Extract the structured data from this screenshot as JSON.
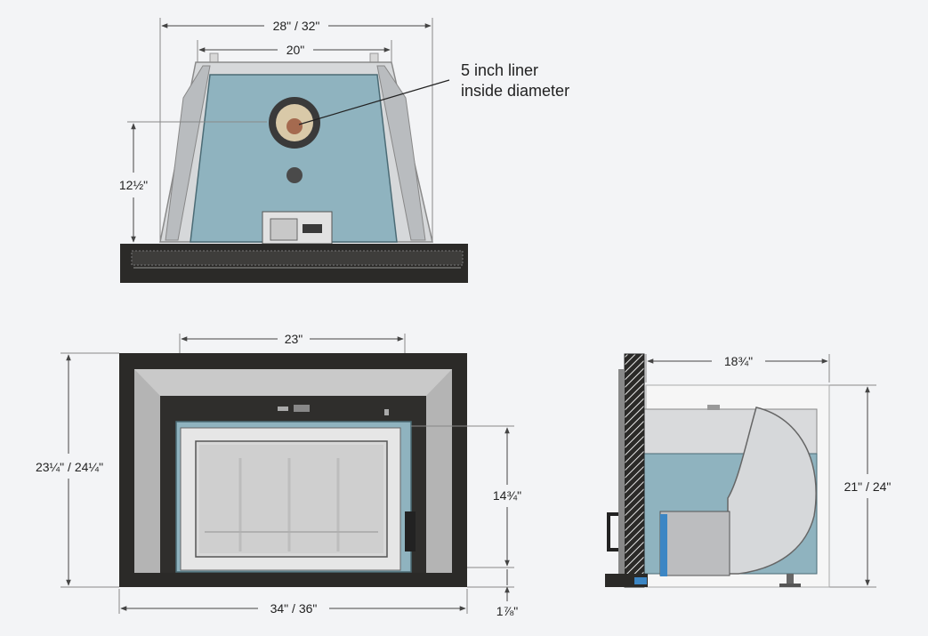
{
  "dimensions": {
    "top_overall_width": "28\" / 32\"",
    "top_rear_width": "20\"",
    "liner_height": "12½\"",
    "front_opening_width": "23\"",
    "front_overall_height": "23¼\" / 24¼\"",
    "front_overall_width": "34\" / 36\"",
    "front_insert_height": "14¾\"",
    "front_base_height": "1⅞\"",
    "side_depth": "18¾\"",
    "side_overall_height": "21\" / 24\""
  },
  "annotation": {
    "line1": "5 inch liner",
    "line2": "inside diameter"
  },
  "colors": {
    "surround_dark": "#2b2a28",
    "surround_light": "#c9c9c9",
    "firebox_blue": "#8fb3bf",
    "glass_grey": "#dcdcdc",
    "liner_brown": "#a56a4f",
    "dim_line": "#444444"
  }
}
